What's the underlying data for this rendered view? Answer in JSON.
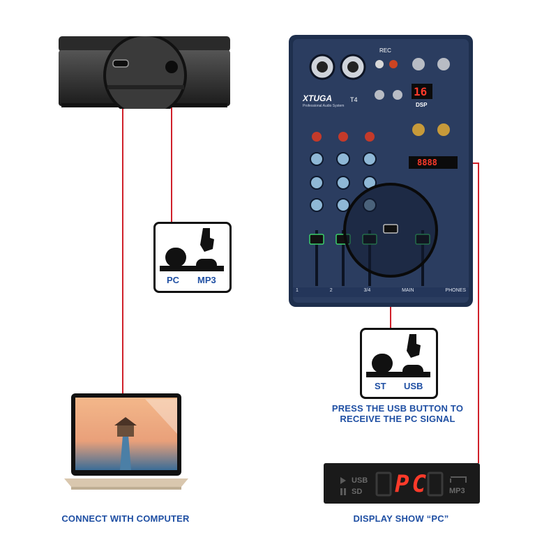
{
  "colors": {
    "caption": "#1f4fa3",
    "wire": "#d0202a",
    "mixer_body": "#1e2f4d",
    "segment": "#ff3a2a",
    "screen_bg": "#1a1a1a"
  },
  "icons": {
    "usb_connector": "usb-port-icon",
    "selector_button": "push-button-icon",
    "laptop": "laptop-icon",
    "mixer": "mixer-icon"
  },
  "top_switch": {
    "left_label": "PC",
    "right_label": "MP3"
  },
  "mixer": {
    "brand": "XTUGA",
    "model": "T4",
    "subtitle": "Professional Audio System",
    "rec_label": "REC",
    "phones_label": "PHONES",
    "main_label": "MAIN",
    "display_value": "16",
    "dsp_label": "DSP",
    "usb_display": "8888",
    "channel_labels": [
      "1",
      "2",
      "3/4",
      "MAIN",
      "PHONES"
    ]
  },
  "bottom_switch": {
    "left_label": "ST",
    "right_label": "USB"
  },
  "instruction": {
    "line1": "PRESS THE USB BUTTON TO",
    "line2": "RECEIVE THE PC SIGNAL"
  },
  "display_panel": {
    "left_top": "USB",
    "left_bottom": "SD",
    "digits": "PC",
    "right_label": "MP3"
  },
  "captions": {
    "computer": "CONNECT WITH COMPUTER",
    "display": "DISPLAY SHOW “PC”"
  }
}
